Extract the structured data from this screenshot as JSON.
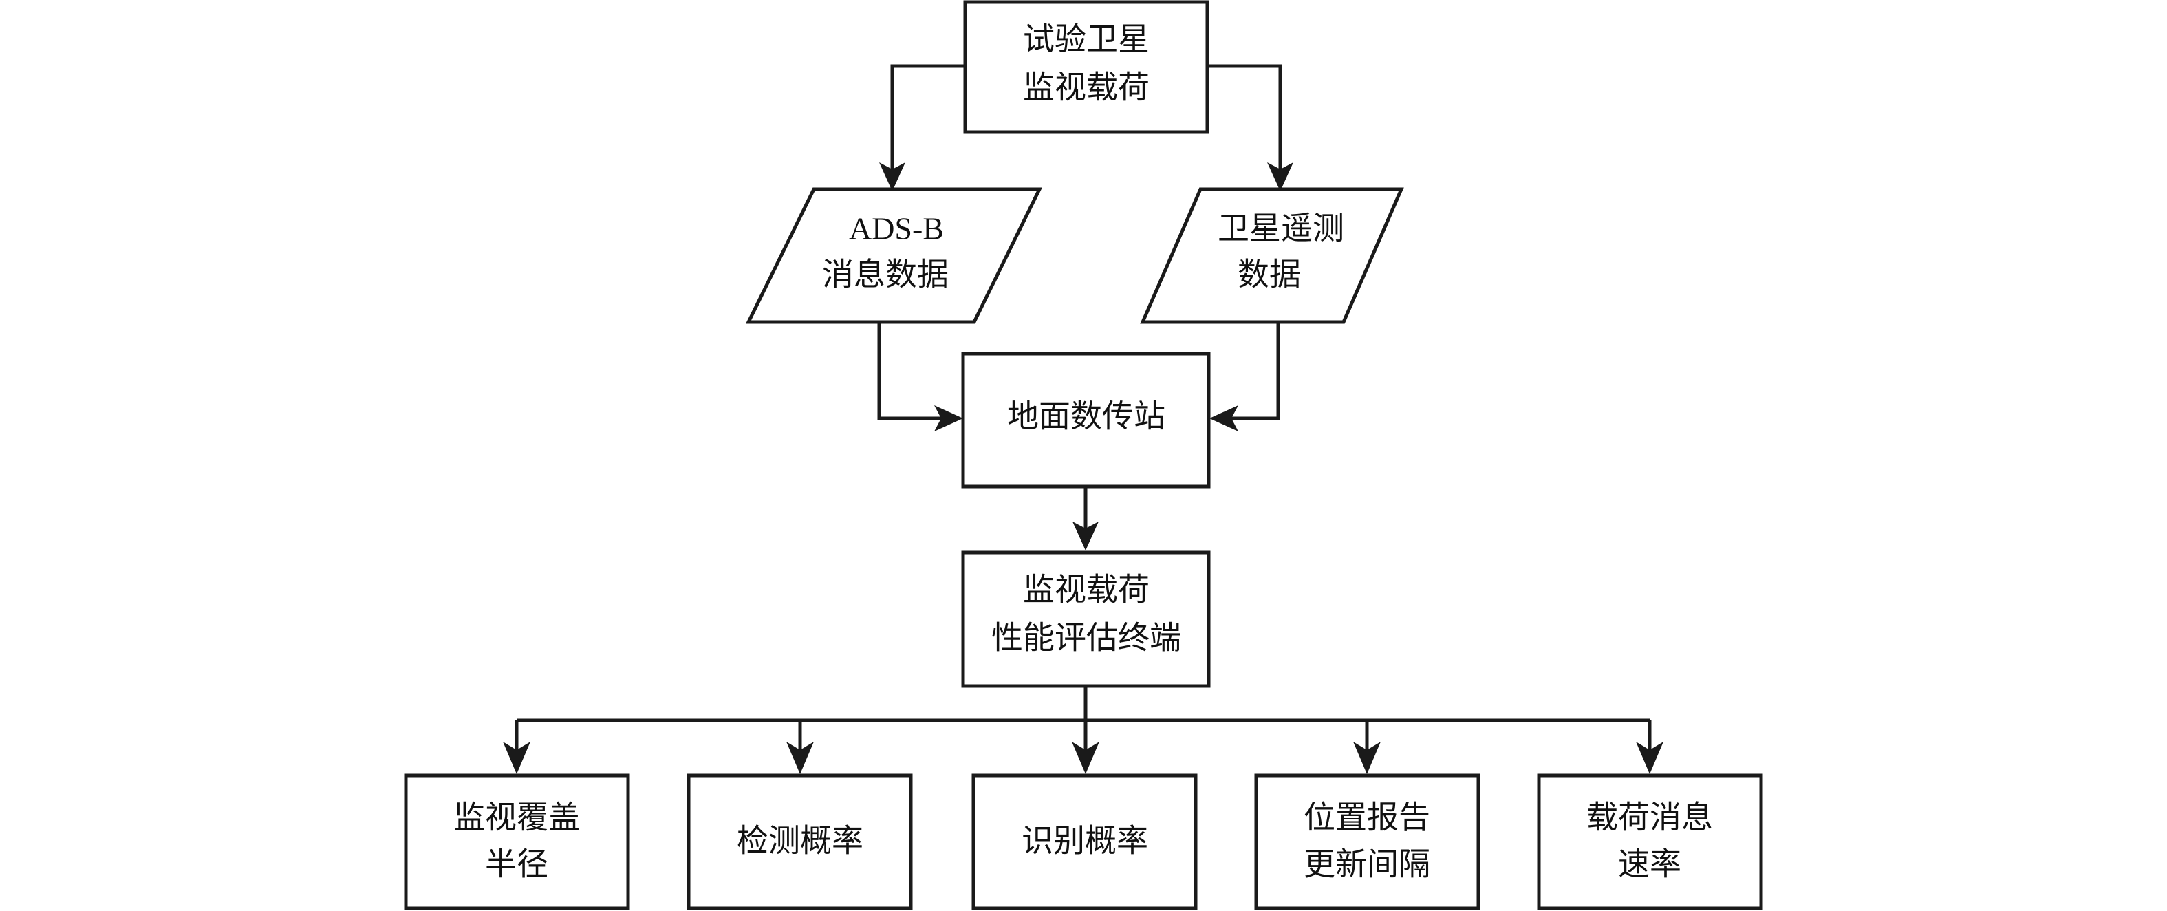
{
  "diagram": {
    "type": "flowchart",
    "orientation": "top-down",
    "background_color": "#ffffff",
    "line_color": "#1a1a1a",
    "text_color": "#111111",
    "nodes": [
      {
        "id": "satellite-payload",
        "shape": "rectangle",
        "line1": "试验卫星",
        "line2": "监视载荷"
      },
      {
        "id": "adsb-data",
        "shape": "parallelogram",
        "line1": "ADS-B",
        "line2": "消息数据"
      },
      {
        "id": "telemetry-data",
        "shape": "parallelogram",
        "line1": "卫星遥测",
        "line2": "数据"
      },
      {
        "id": "ground-station",
        "shape": "rectangle",
        "line1": "地面数传站",
        "line2": ""
      },
      {
        "id": "evaluation-terminal",
        "shape": "rectangle",
        "line1": "监视载荷",
        "line2": "性能评估终端"
      },
      {
        "id": "metric-coverage-radius",
        "shape": "rectangle",
        "line1": "监视覆盖",
        "line2": "半径"
      },
      {
        "id": "metric-detection-probability",
        "shape": "rectangle",
        "line1": "检测概率",
        "line2": ""
      },
      {
        "id": "metric-identification-probability",
        "shape": "rectangle",
        "line1": "识别概率",
        "line2": ""
      },
      {
        "id": "metric-position-report-interval",
        "shape": "rectangle",
        "line1": "位置报告",
        "line2": "更新间隔"
      },
      {
        "id": "metric-payload-message-rate",
        "shape": "rectangle",
        "line1": "载荷消息",
        "line2": "速率"
      }
    ],
    "edges": [
      {
        "from": "satellite-payload",
        "to": "adsb-data",
        "style": "orthogonal",
        "arrow": "down"
      },
      {
        "from": "satellite-payload",
        "to": "telemetry-data",
        "style": "orthogonal",
        "arrow": "down"
      },
      {
        "from": "adsb-data",
        "to": "ground-station",
        "style": "orthogonal",
        "arrow": "right"
      },
      {
        "from": "telemetry-data",
        "to": "ground-station",
        "style": "orthogonal",
        "arrow": "left"
      },
      {
        "from": "ground-station",
        "to": "evaluation-terminal",
        "style": "straight",
        "arrow": "down"
      },
      {
        "from": "evaluation-terminal",
        "to": "metric-coverage-radius",
        "style": "bus",
        "arrow": "down"
      },
      {
        "from": "evaluation-terminal",
        "to": "metric-detection-probability",
        "style": "bus",
        "arrow": "down"
      },
      {
        "from": "evaluation-terminal",
        "to": "metric-identification-probability",
        "style": "bus",
        "arrow": "down"
      },
      {
        "from": "evaluation-terminal",
        "to": "metric-position-report-interval",
        "style": "bus",
        "arrow": "down"
      },
      {
        "from": "evaluation-terminal",
        "to": "metric-payload-message-rate",
        "style": "bus",
        "arrow": "down"
      }
    ]
  }
}
